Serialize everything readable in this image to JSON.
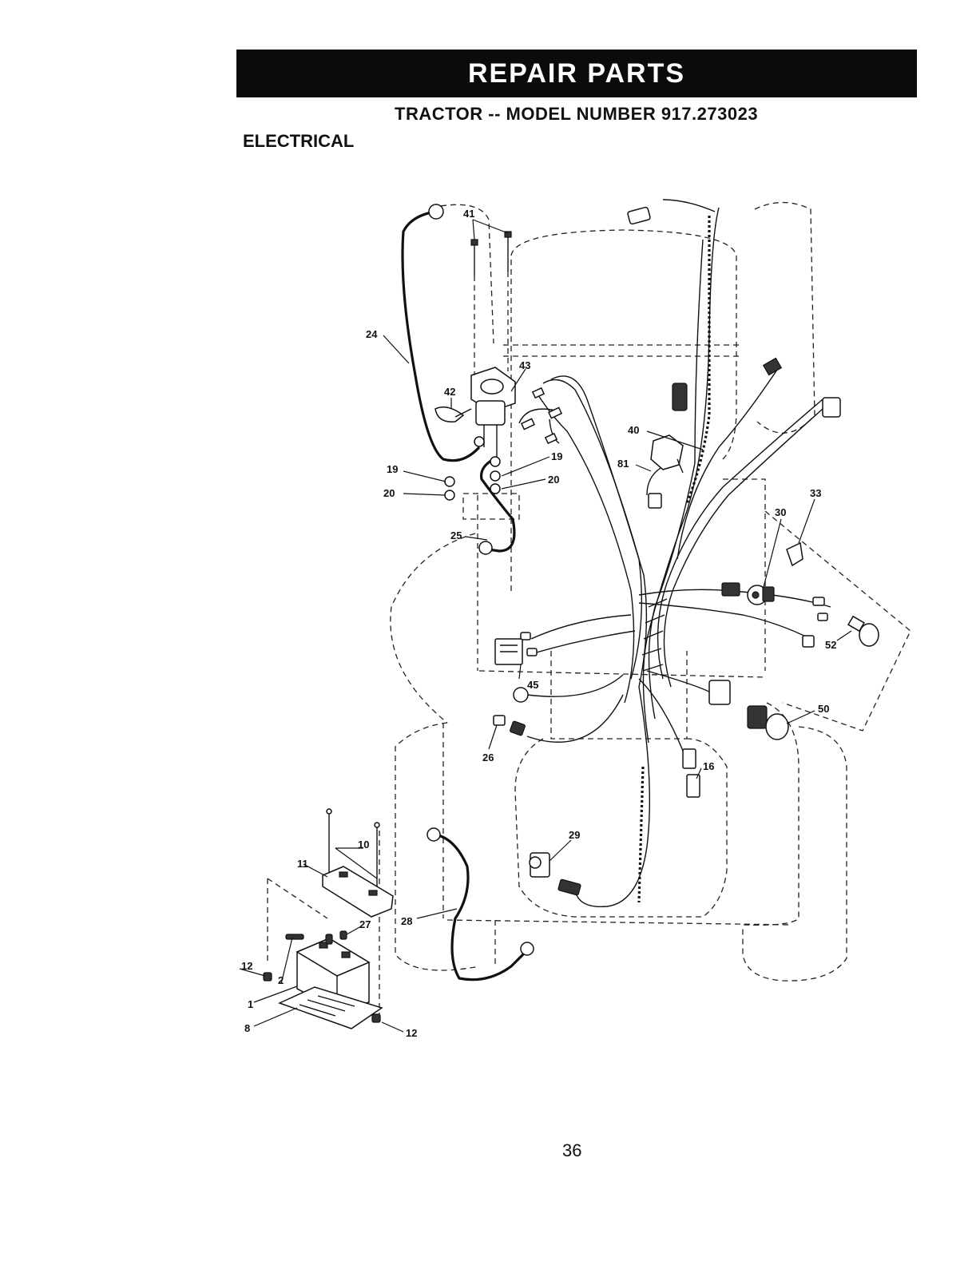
{
  "header": {
    "title": "REPAIR PARTS"
  },
  "subtitle": "TRACTOR -- MODEL NUMBER 917.273023",
  "section": "ELECTRICAL",
  "page_number": "36",
  "callouts": {
    "c1": "1",
    "c2": "2",
    "c8": "8",
    "c10": "10",
    "c11": "11",
    "c12a": "12",
    "c12b": "12",
    "c16": "16",
    "c19a": "19",
    "c19b": "19",
    "c20a": "20",
    "c20b": "20",
    "c24": "24",
    "c25": "25",
    "c26": "26",
    "c27": "27",
    "c28": "28",
    "c29": "29",
    "c30": "30",
    "c33": "33",
    "c40": "40",
    "c41": "41",
    "c42": "42",
    "c43": "43",
    "c45": "45",
    "c50": "50",
    "c52": "52",
    "c81": "81"
  }
}
